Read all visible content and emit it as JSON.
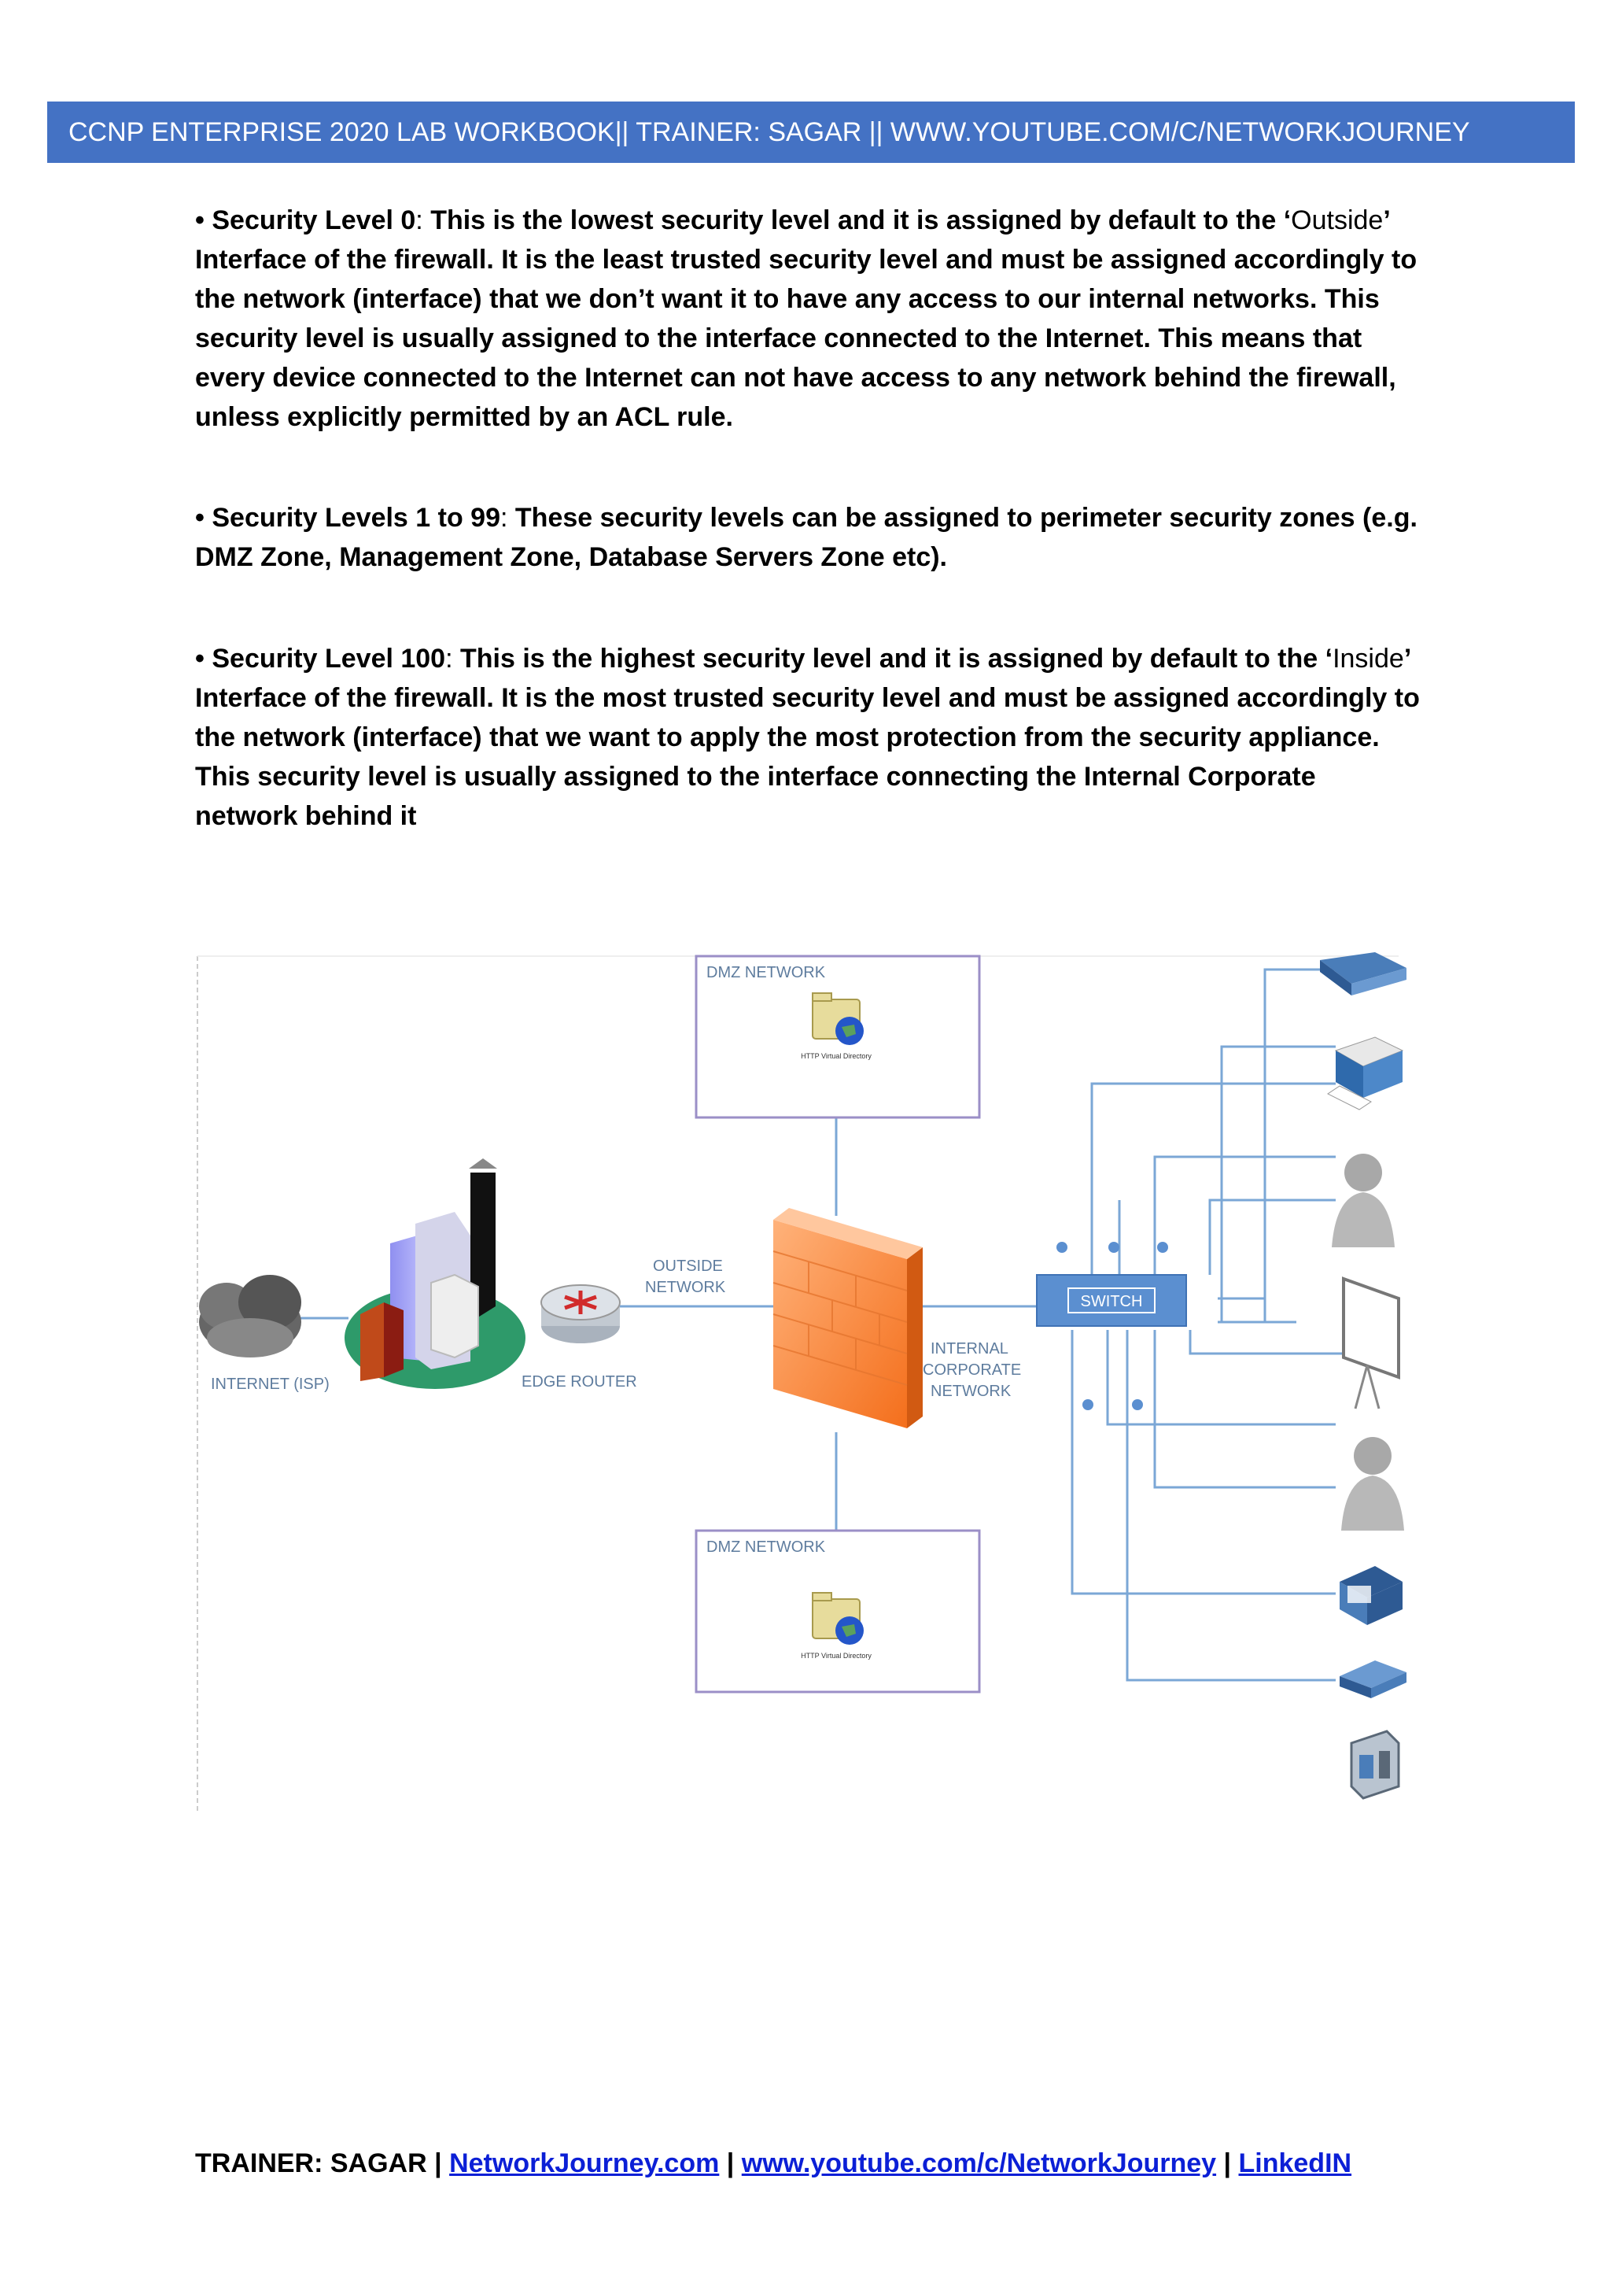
{
  "header": {
    "title": "CCNP ENTERPRISE 2020 LAB WORKBOOK|| TRAINER: SAGAR || WWW.YOUTUBE.COM/C/NETWORKJOURNEY"
  },
  "paragraphs": [
    {
      "bullet": "•",
      "term": "Security Level 0",
      "sep": ":",
      "line1": "This is the lowest security level and it is assigned by default to the",
      "quote_open": "‘",
      "quoted": "Outside",
      "quote_close": "’",
      "rest": "Interface of the firewall. It is the least trusted security level and must be assigned accordingly to the network (interface) that we don’t want it to have any access to our internal networks. This security level is usually assigned to the interface connected to the Internet. This means that every device connected to the Internet can not have access to any network behind the firewall, unless explicitly permitted by an ACL rule."
    },
    {
      "bullet": "•",
      "term": "Security Levels 1 to 99",
      "sep": ":",
      "text": "These security levels can be assigned to perimeter security zones (e.g. DMZ Zone, Management Zone, Database Servers Zone etc)."
    },
    {
      "bullet": "•",
      "term": "Security Level 100",
      "sep": ":",
      "line1": "This is the highest security level and it is assigned by default to the",
      "quote_open": "‘",
      "quoted": "Inside",
      "quote_close": "’",
      "rest": "Interface of the firewall. It is the most trusted security level and must be assigned accordingly to the network (interface) that we want to apply the most protection from the security appliance. This security level is usually assigned to the interface connecting the Internal Corporate network behind it"
    }
  ],
  "diagram": {
    "dmz_top": "DMZ NETWORK",
    "dmz_bottom": "DMZ NETWORK",
    "http_top": "HTTP Virtual Directory",
    "http_bottom": "HTTP Virtual Directory",
    "outside_line1": "OUTSIDE",
    "outside_line2": "NETWORK",
    "internal_line1": "INTERNAL",
    "internal_line2": "CORPORATE",
    "internal_line3": "NETWORK",
    "switch": "SWITCH",
    "internet": "INTERNET (ISP)",
    "edge_router": "EDGE ROUTER",
    "colors": {
      "line": "#7ba7d6",
      "switch": "#5b8fd0",
      "firewall": "#f7893a",
      "box": "#9b8fc7"
    }
  },
  "footer": {
    "prefix": "TRAINER: SAGAR",
    "sep1": "|",
    "link1": "NetworkJourney.com",
    "sep2": "|",
    "link2": "www.youtube.com/c/NetworkJourney",
    "sep3": "|",
    "link3": "LinkedIN"
  }
}
